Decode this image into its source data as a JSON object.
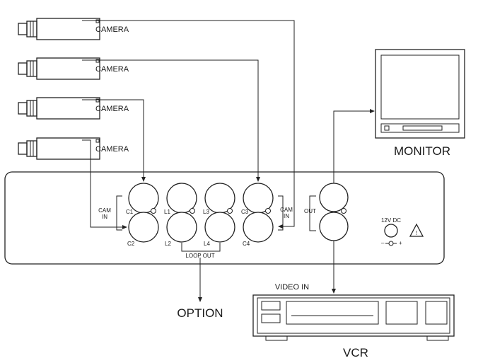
{
  "cameras": [
    {
      "label": "CAMERA"
    },
    {
      "label": "CAMERA"
    },
    {
      "label": "CAMERA"
    },
    {
      "label": "CAMERA"
    }
  ],
  "monitor": {
    "label": "MONITOR"
  },
  "vcr": {
    "label": "VCR",
    "input_label": "VIDEO IN"
  },
  "option": {
    "label": "OPTION"
  },
  "unit": {
    "cam_in_left": [
      "CAM",
      "IN"
    ],
    "cam_in_right": [
      "CAM",
      "IN"
    ],
    "out_label": "OUT",
    "loop_out_label": "LOOP OUT",
    "power_label": "12V DC",
    "polarity_minus": "–",
    "polarity_plus": "+",
    "connectors_top": [
      "C1",
      "L1",
      "L3",
      "C3"
    ],
    "connectors_bottom": [
      "C2",
      "L2",
      "L4",
      "C4"
    ],
    "warning_symbol": "!"
  }
}
